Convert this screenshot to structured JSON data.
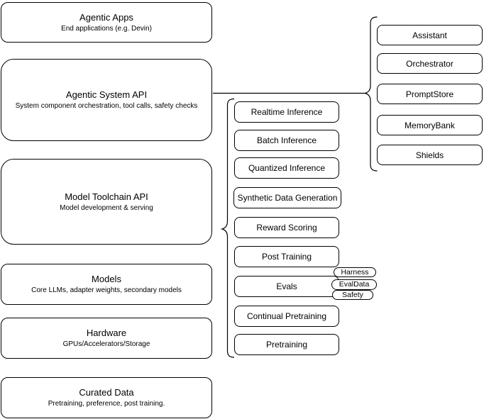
{
  "diagram": {
    "left_stack": [
      {
        "title": "Agentic Apps",
        "subtitle": "End applications (e.g. Devin)"
      },
      {
        "title": "Agentic System API",
        "subtitle": "System component orchestration, tool calls, safety checks"
      },
      {
        "title": "Model Toolchain API",
        "subtitle": "Model development & serving"
      },
      {
        "title": "Models",
        "subtitle": "Core LLMs, adapter weights, secondary models"
      },
      {
        "title": "Hardware",
        "subtitle": "GPUs/Accelerators/Storage"
      },
      {
        "title": "Curated Data",
        "subtitle": "Pretraining, preference, post training."
      }
    ],
    "toolchain_services": [
      "Realtime Inference",
      "Batch Inference",
      "Quantized Inference",
      "Synthetic Data Generation",
      "Reward Scoring",
      "Post Training",
      "Evals",
      "Continual Pretraining",
      "Pretraining"
    ],
    "eval_badges": [
      "Harness",
      "EvalData",
      "Safety"
    ],
    "system_components": [
      "Assistant",
      "Orchestrator",
      "PromptStore",
      "MemoryBank",
      "Shields"
    ],
    "colors": {
      "stroke": "#000000",
      "fill": "#ffffff",
      "text": "#000000"
    }
  }
}
